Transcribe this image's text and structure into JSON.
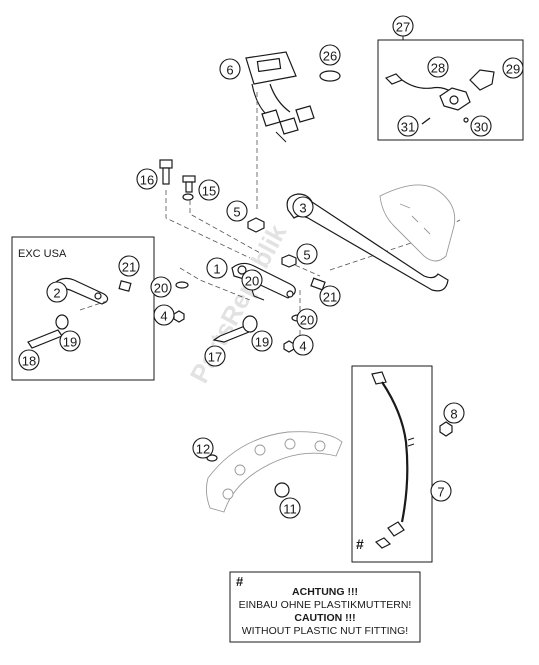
{
  "callouts": [
    "1",
    "2",
    "3",
    "4",
    "4",
    "5",
    "5",
    "6",
    "7",
    "8",
    "11",
    "12",
    "15",
    "16",
    "17",
    "18",
    "19",
    "19",
    "20",
    "20",
    "20",
    "21",
    "21",
    "26",
    "27",
    "28",
    "29",
    "30",
    "31"
  ],
  "inset_label": "EXC USA",
  "hash_symbol": "#",
  "note": {
    "line1": "ACHTUNG !!!",
    "line2": "EINBAU OHNE PLASTIKMUTTERN!",
    "line3": "CAUTION !!!",
    "line4": "WITHOUT PLASTIC NUT FITTING!"
  },
  "watermark": "PartsRepublik",
  "colors": {
    "ink": "#1a1a1a",
    "background": "#ffffff",
    "ghost_part": "#9a9a9a"
  }
}
